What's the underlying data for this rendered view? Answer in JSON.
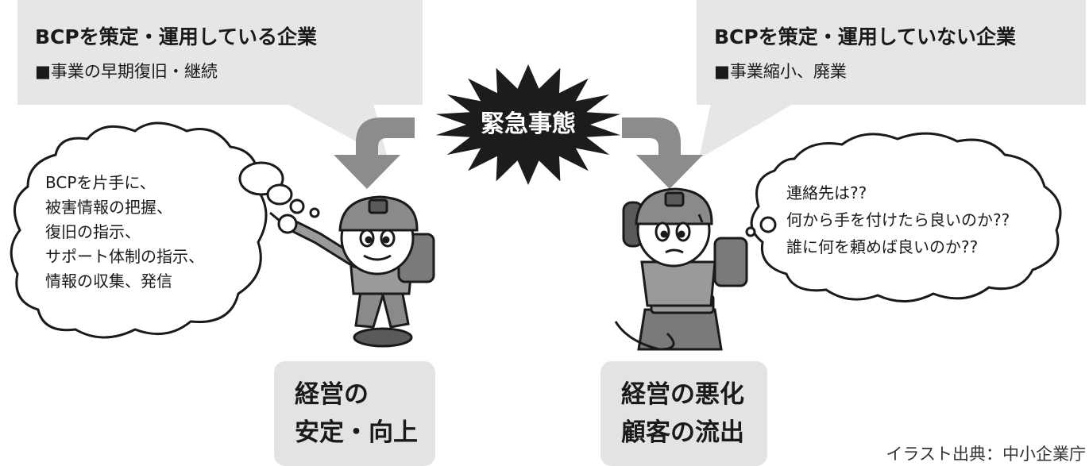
{
  "callout_left": {
    "title": "BCPを策定・運用している企業",
    "item": "■事業の早期復旧・継続"
  },
  "callout_right": {
    "title": "BCPを策定・運用していない企業",
    "item": "■事業縮小、廃業"
  },
  "center": {
    "label": "緊急事態"
  },
  "thought_left": {
    "lines": [
      "BCPを片手に、",
      "被害情報の把握、",
      "復旧の指示、",
      "サポート体制の指示、",
      "情報の収集、発信"
    ]
  },
  "thought_right": {
    "lines": [
      "連絡先は??",
      "何から手を付けたら良いのか??",
      "誰に何を頼めば良いのか??"
    ]
  },
  "result_left": {
    "line1": "経営の",
    "line2": "安定・向上"
  },
  "result_right": {
    "line1": "経営の悪化",
    "line2": "顧客の流出"
  },
  "credit": "イラスト出典：中小企業庁",
  "colors": {
    "callout_fill": "#e6e6e6",
    "result_fill": "#e3e3e3",
    "arrow": "#8c8c8c",
    "burst": "#1c1c1c",
    "figure": "#8a8a8a"
  },
  "icons": {
    "left_figure": "pointing-worker-icon",
    "right_figure": "worried-worker-phone-icon",
    "arrow": "curved-arrow-down-icon",
    "burst": "explosion-burst-icon"
  }
}
